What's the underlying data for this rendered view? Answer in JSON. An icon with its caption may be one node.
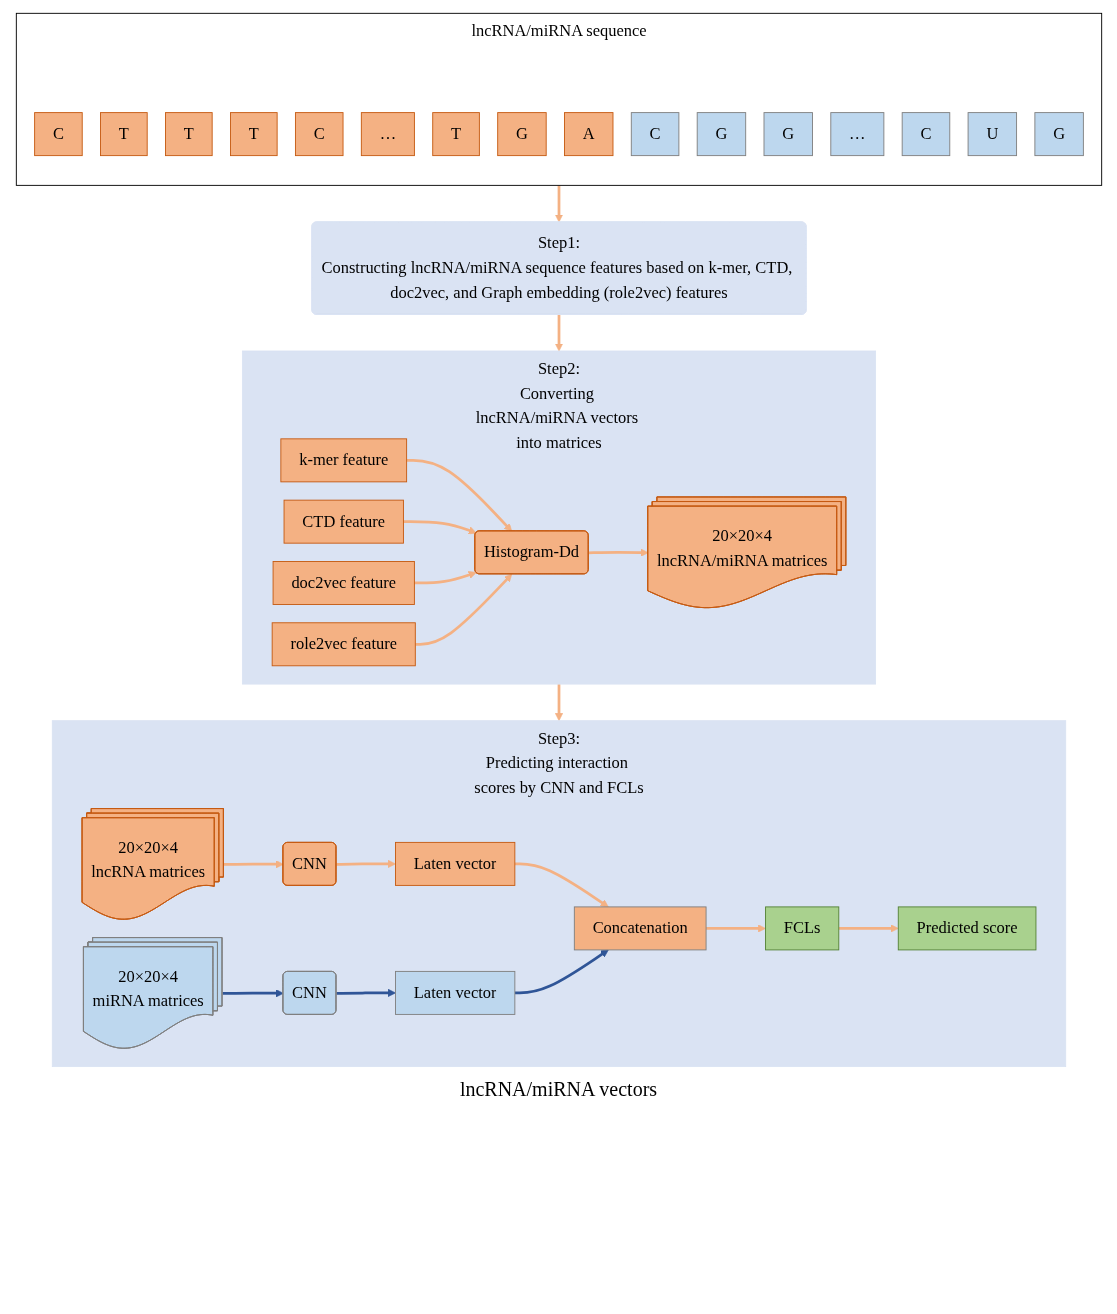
{
  "diagram": {
    "nodes": [
      {
        "text": [
          "lncRNA/miRNA sequence"
        ]
      },
      {
        "text": [
          "C"
        ],
        "in": 0
      },
      {
        "text": [
          "T"
        ],
        "in": 0
      },
      {
        "text": [
          "T"
        ],
        "in": 0
      },
      {
        "text": [
          "T"
        ],
        "in": 0
      },
      {
        "text": [
          "C"
        ],
        "in": 0
      },
      {
        "text": [
          "…"
        ],
        "in": 0
      },
      {
        "text": [
          "T"
        ],
        "in": 0
      },
      {
        "text": [
          "G"
        ],
        "in": 0
      },
      {
        "text": [
          "A"
        ],
        "in": 0
      },
      {
        "text": [
          "C"
        ],
        "in": 0
      },
      {
        "text": [
          "G"
        ],
        "in": 0
      },
      {
        "text": [
          "G"
        ],
        "in": 0
      },
      {
        "text": [
          "…"
        ],
        "in": 0
      },
      {
        "text": [
          "C"
        ],
        "in": 0
      },
      {
        "text": [
          "U"
        ],
        "in": 0
      },
      {
        "text": [
          "G"
        ],
        "in": 0
      },
      {
        "text": [
          "Step1:",
          "Constructing lncRNA/miRNA sequence features based on k-mer, CTD, doc2vec, and Graph embedding (role2vec) features"
        ]
      },
      {
        "text": [
          "Step2:",
          "Converting lncRNA/miRNA vectors into matrices"
        ]
      },
      {
        "text": [
          "k-mer feature"
        ],
        "in": 18
      },
      {
        "text": [
          "CTD feature"
        ],
        "in": 18
      },
      {
        "text": [
          "doc2vec feature"
        ],
        "in": 18
      },
      {
        "text": [
          "role2vec feature"
        ],
        "in": 18
      },
      {
        "text": [
          "Histogram-Dd"
        ],
        "in": 18
      },
      {
        "text": [
          "20×20×4",
          "lncRNA/miRNA matrices"
        ],
        "in": 18
      },
      {
        "text": [
          "Step3:",
          "Predicting interaction scores by CNN and FCLs"
        ]
      },
      {
        "text": [
          "20×20×4",
          "lncRNA matrices"
        ],
        "in": 25
      },
      {
        "text": [
          "CNN"
        ],
        "in": 25
      },
      {
        "text": [
          "Laten vector"
        ],
        "in": 25
      },
      {
        "text": [
          "20×20×4",
          "miRNA matrices"
        ],
        "in": 25
      },
      {
        "text": [
          "CNN"
        ],
        "in": 25
      },
      {
        "text": [
          "Laten vector"
        ],
        "in": 25
      },
      {
        "text": [
          "Concatenation"
        ],
        "in": 25
      },
      {
        "text": [
          "FCLs"
        ],
        "in": 25
      },
      {
        "text": [
          "Predicted score"
        ],
        "in": 25
      }
    ],
    "edges": [
      {
        "from": 0,
        "to": 17,
        "arrow": "to"
      },
      {
        "from": 17,
        "to": 18,
        "arrow": "to"
      },
      {
        "from": 19,
        "to": 23,
        "arrow": "to"
      },
      {
        "from": 20,
        "to": 23,
        "arrow": "to"
      },
      {
        "from": 21,
        "to": 23,
        "arrow": "to"
      },
      {
        "from": 22,
        "to": 23,
        "arrow": "to"
      },
      {
        "from": 23,
        "to": 24,
        "arrow": "to"
      },
      {
        "from": 18,
        "to": 25,
        "arrow": "to"
      },
      {
        "from": 26,
        "to": 27,
        "arrow": "to"
      },
      {
        "from": 27,
        "to": 28,
        "arrow": "to"
      },
      {
        "from": 28,
        "to": 32,
        "arrow": "to"
      },
      {
        "from": 29,
        "to": 30,
        "arrow": "to",
        "color": "#2f5597"
      },
      {
        "from": 30,
        "to": 31,
        "arrow": "to",
        "color": "#2f5597"
      },
      {
        "from": 31,
        "to": 32,
        "arrow": "to",
        "color": "#2f5597"
      },
      {
        "from": 32,
        "to": 33,
        "arrow": "to"
      },
      {
        "from": 33,
        "to": 34,
        "arrow": "to"
      }
    ],
    "labels": [
      "lncRNA/miRNA vectors"
    ]
  }
}
